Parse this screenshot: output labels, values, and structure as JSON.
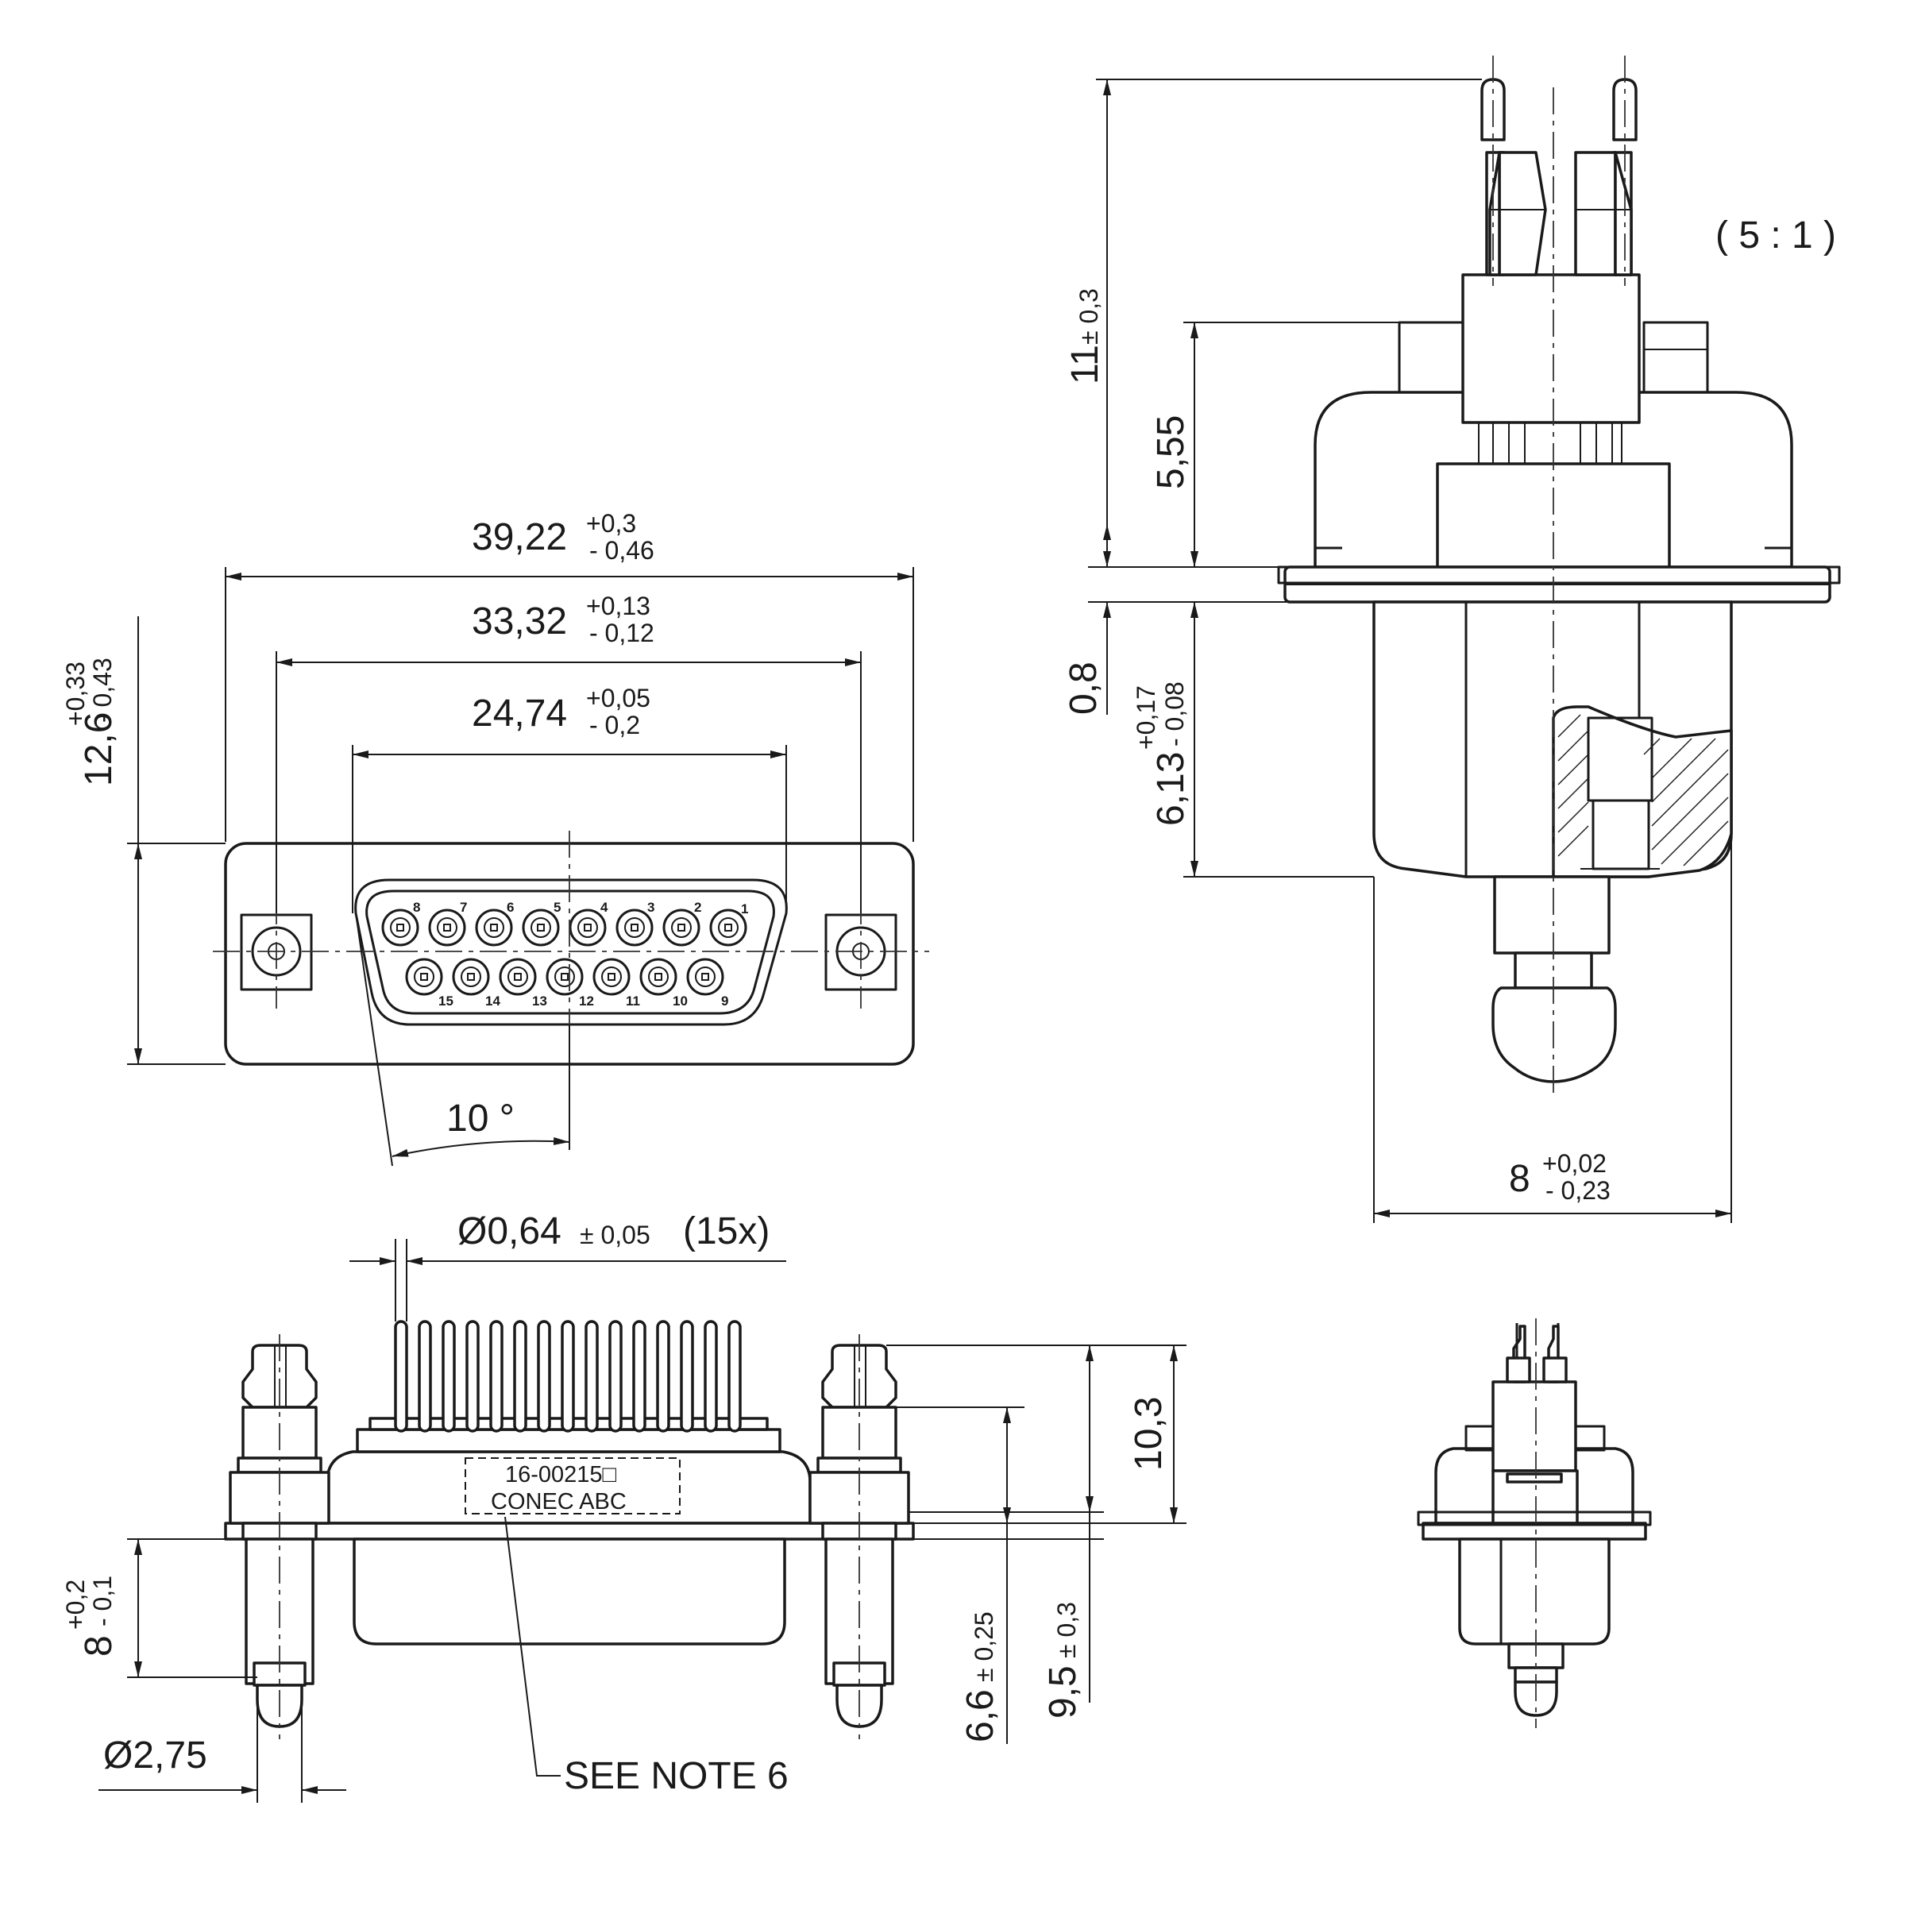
{
  "scale": "( 5 : 1 )",
  "front_view": {
    "overall_width": {
      "value": "39,22",
      "tol_upper": "+0,3",
      "tol_lower": "- 0,46"
    },
    "mounting_hole_pitch": {
      "value": "33,32",
      "tol_upper": "+0,13",
      "tol_lower": "- 0,12"
    },
    "shell_width": {
      "value": "24,74",
      "tol_upper": "+0,05",
      "tol_lower": "- 0,2"
    },
    "height": {
      "value": "12,6",
      "tol_upper": "+0,33",
      "tol_lower": "- 0,43"
    },
    "angle": "10 °",
    "pins_top": [
      "8",
      "7",
      "6",
      "5",
      "4",
      "3",
      "2",
      "1"
    ],
    "pins_bottom": [
      "15",
      "14",
      "13",
      "12",
      "11",
      "10",
      "9"
    ]
  },
  "side_view": {
    "total_height": {
      "value": "11",
      "tol": "± 0,3"
    },
    "upper_height": {
      "value": "5,55"
    },
    "flange_thickness": {
      "value": "0,8"
    },
    "shell_depth": {
      "value": "6,13",
      "tol_upper": "+0,17",
      "tol_lower": "- 0,08"
    },
    "bottom_width": {
      "value": "8",
      "tol_upper": "+0,02",
      "tol_lower": "- 0,23"
    }
  },
  "bottom_view": {
    "pin_diameter": {
      "prefix": "Ø",
      "value": "0,64",
      "tol": "± 0,05",
      "count": "(15x)"
    },
    "board_height": {
      "value": "10,3"
    },
    "standoff_height": {
      "value": "6,6",
      "tol": "± 0,25"
    },
    "bolt_height": {
      "value": "9,5",
      "tol": "± 0,3"
    },
    "bolt_length": {
      "value": "8",
      "tol_upper": "+0,2",
      "tol_lower": "- 0,1"
    },
    "bolt_diameter": {
      "value": "Ø2,75"
    },
    "marking_line1": "16-00215□",
    "marking_line2": "CONEC ABC",
    "note": "SEE NOTE 6"
  }
}
